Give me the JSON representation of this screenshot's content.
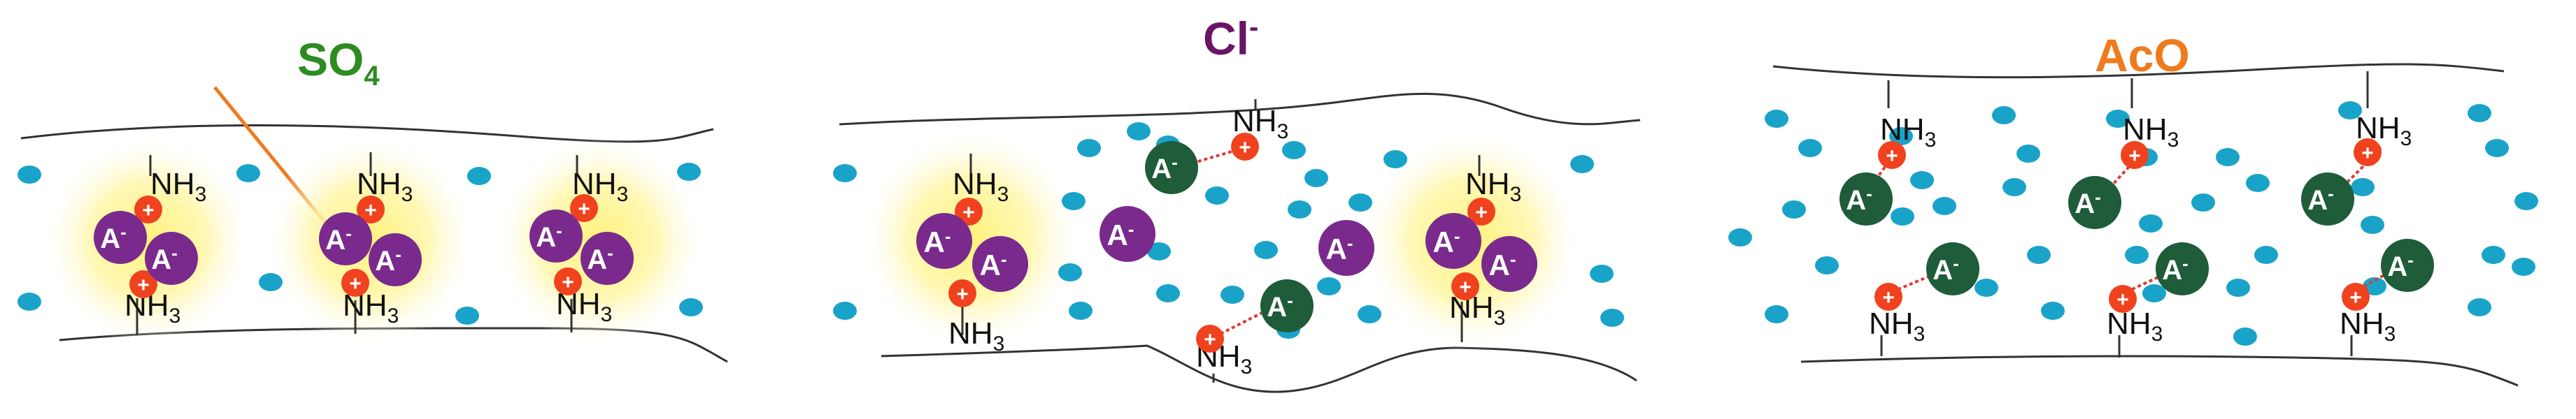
{
  "panels": [
    {
      "id": "so4",
      "title": "SO",
      "title_sub": "4",
      "title_color": "#2e8b22"
    },
    {
      "id": "cl",
      "title": "Cl",
      "title_sup": "-",
      "title_color": "#6b1466"
    },
    {
      "id": "aco",
      "title": "AcO",
      "title_color": "#f07a1e"
    }
  ],
  "labels": {
    "nh": "NH",
    "nh_sub": "3",
    "anion": "A",
    "anion_sup": "-"
  },
  "colors": {
    "water": "#1aa3c9",
    "cation": "#f0421e",
    "anion_bound": "#7a2a8c",
    "anion_free": "#1e5c3a",
    "glow": "#fff27a",
    "pointer": "#f07a1e",
    "fiber": "#333333"
  }
}
